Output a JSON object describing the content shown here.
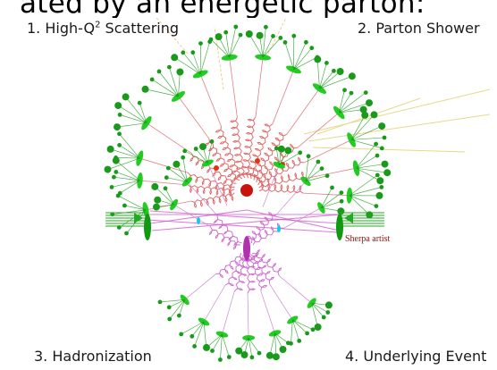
{
  "title_fragment": "ated by an energetic parton:",
  "labels": {
    "stage1_prefix": "1. High-Q",
    "stage1_sup": "2",
    "stage1_suffix": " Scattering",
    "stage2": "2. Parton Shower",
    "stage3": "3. Hadronization",
    "stage4": "4. Underlying Event"
  },
  "credit": "Sherpa artist",
  "colors": {
    "hard_blob": "#c8140a",
    "gluon_lines": "#e06060",
    "shower_lines": "#e08080",
    "hadron_green": "#1a9a1a",
    "cluster_green": "#22cc22",
    "underlying_event": "#cc55cc",
    "beam_blob": "#b030b0",
    "incoming_beams": "#22aa22",
    "photon_yellow": "#e8d88a",
    "hadron_cyan": "#18c8e8"
  }
}
